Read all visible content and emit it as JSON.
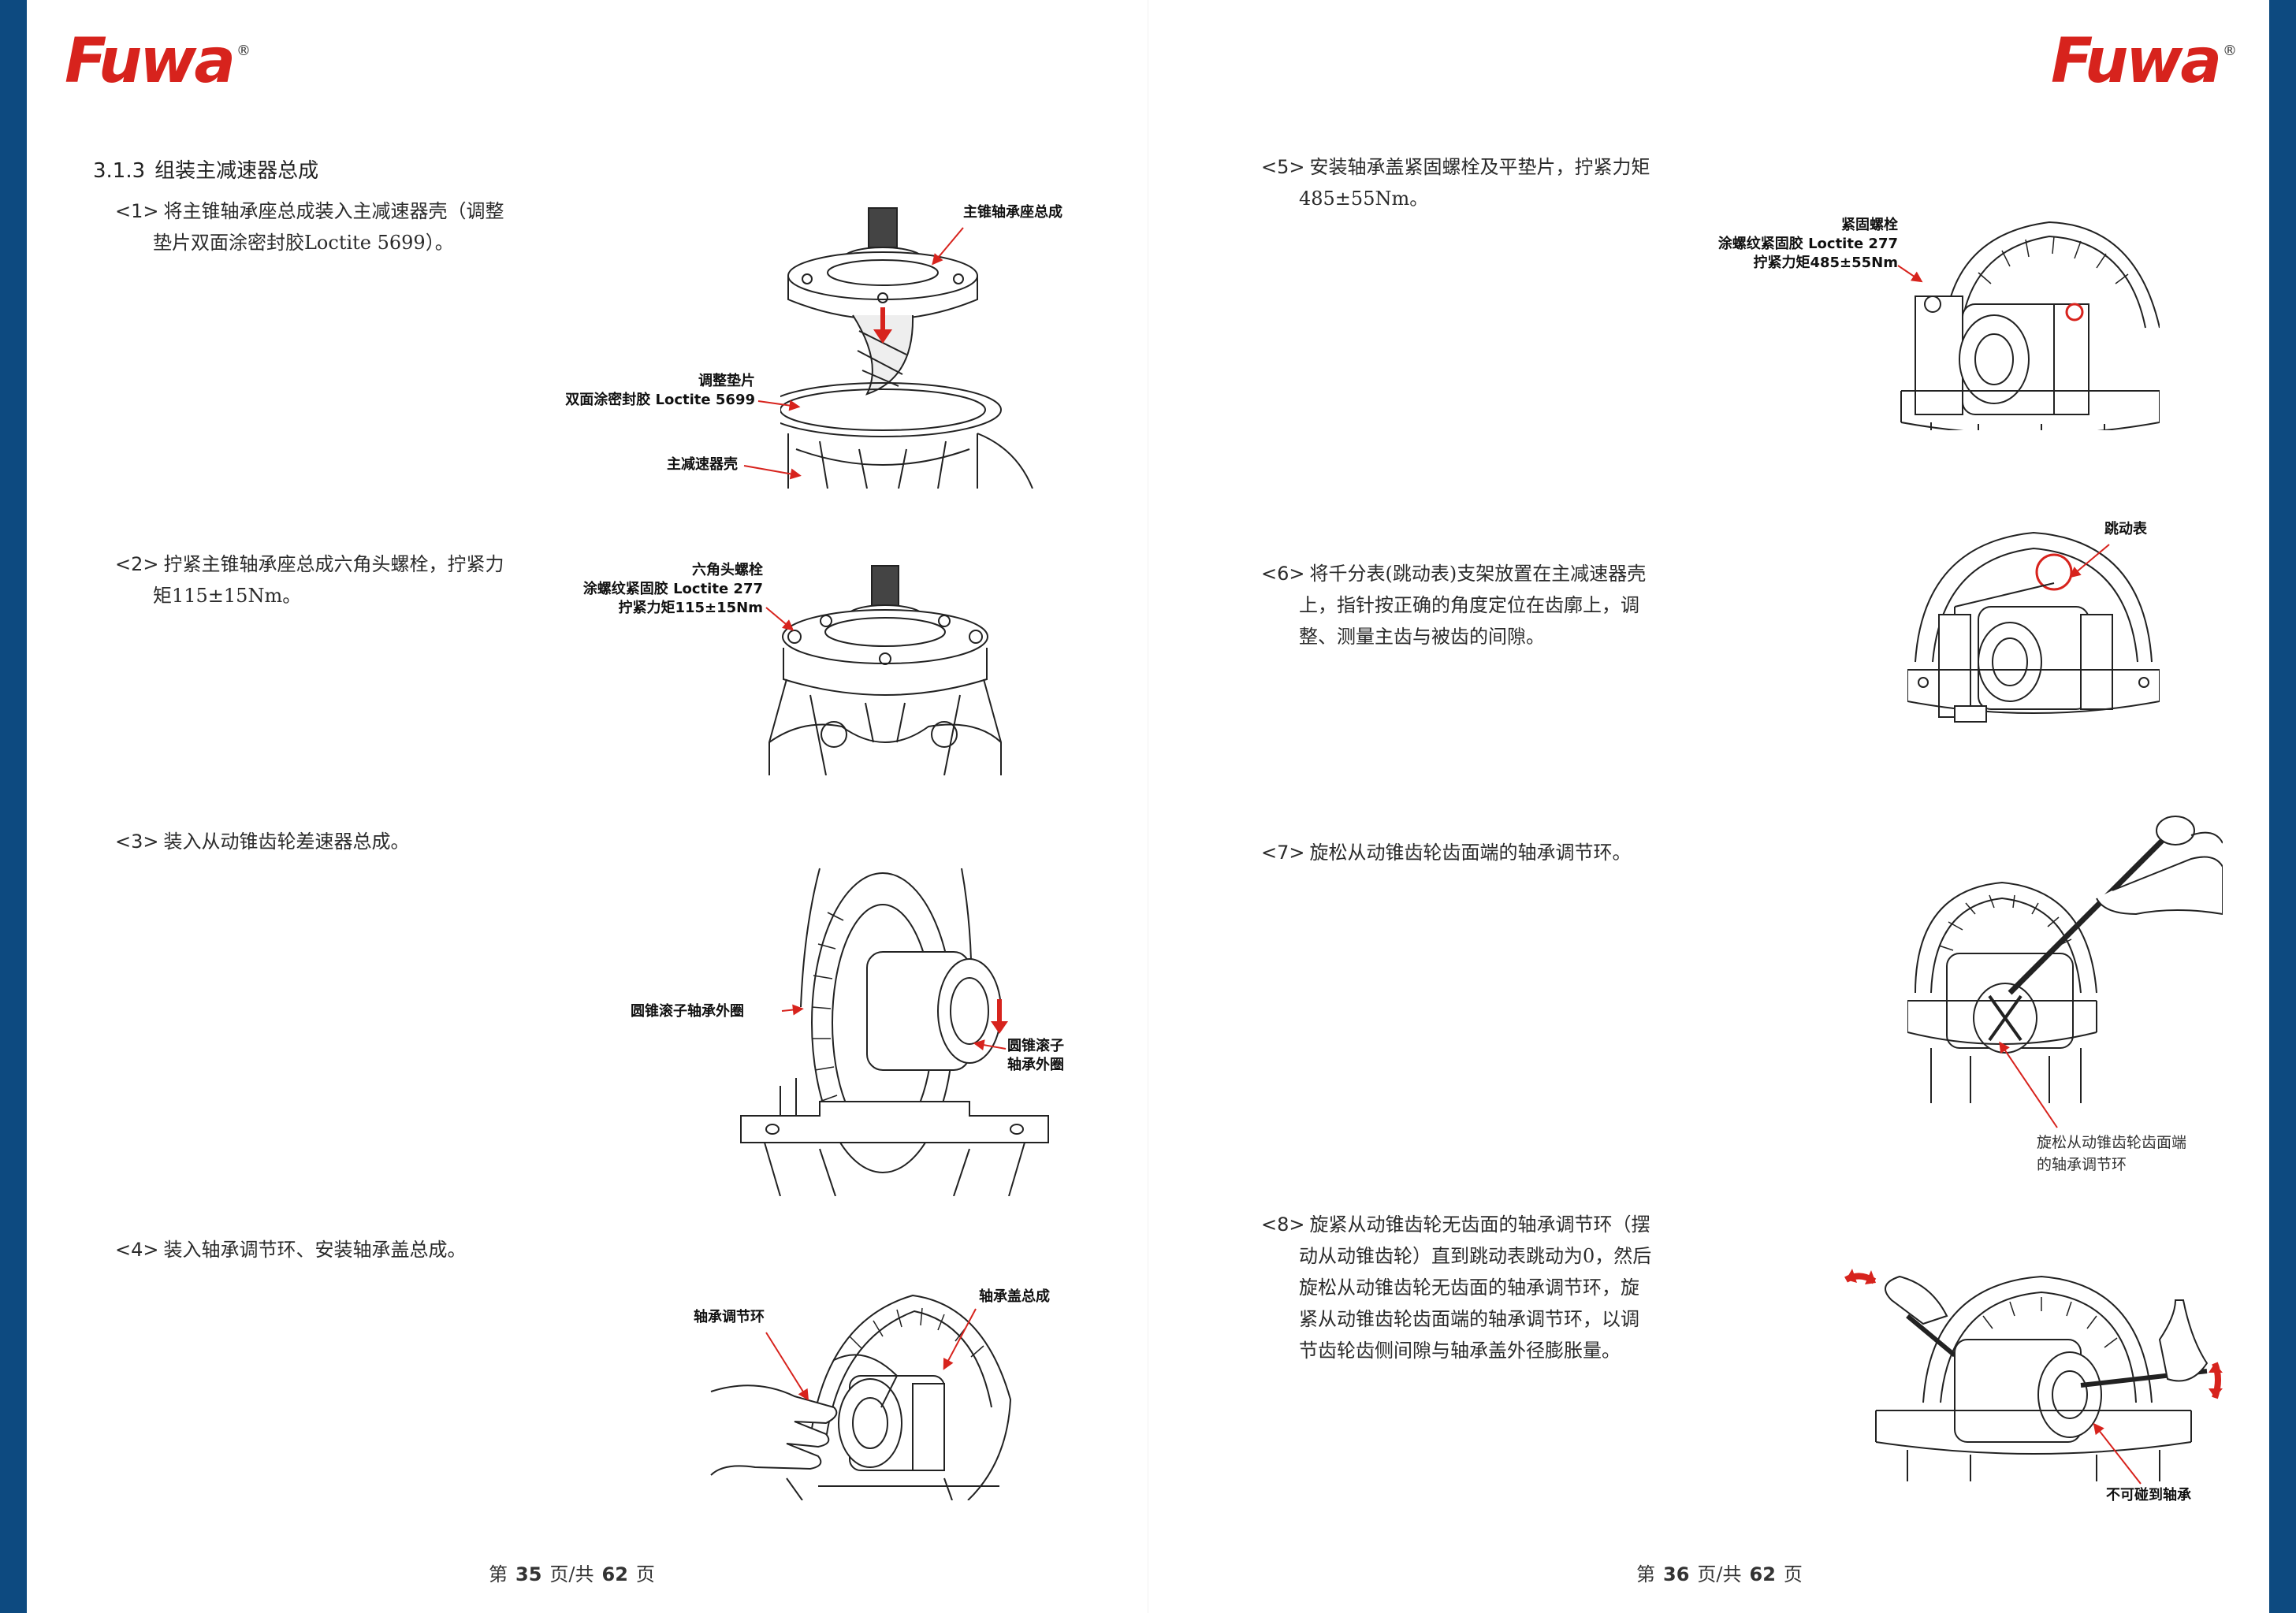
{
  "brand": {
    "name": "Fuwa",
    "registered": "®"
  },
  "left_page": {
    "section": {
      "number": "3.1.3",
      "title": "组装主减速器总成"
    },
    "steps": [
      {
        "no": "<1>",
        "line1": "将主锥轴承座总成装入主减速器壳（调整",
        "line2": "垫片双面涂密封胶Loctite 5699）。"
      },
      {
        "no": "<2>",
        "line1": "拧紧主锥轴承座总成六角头螺栓，拧紧力",
        "line2": "矩115±15Nm。"
      },
      {
        "no": "<3>",
        "line1": "装入从动锥齿轮差速器总成。"
      },
      {
        "no": "<4>",
        "line1": "装入轴承调节环、安装轴承盖总成。"
      }
    ],
    "fig1": {
      "housing_seat": "主锥轴承座总成",
      "shim_line1": "调整垫片",
      "shim_line2": "双面涂密封胶 Loctite 5699",
      "case": "主减速器壳"
    },
    "fig2": {
      "bolt_line1": "六角头螺栓",
      "bolt_line2": "涂螺纹紧固胶 Loctite 277",
      "bolt_line3": "拧紧力矩115±15Nm"
    },
    "fig3": {
      "outer_ring": "圆锥滚子轴承外圈",
      "bearing_line1": "圆锥滚子",
      "bearing_line2": "轴承外圈"
    },
    "fig4": {
      "adjust_ring": "轴承调节环",
      "cap_assembly": "轴承盖总成"
    },
    "footer": {
      "prefix": "第",
      "page": "35",
      "middle": "页/共",
      "total": "62",
      "suffix": "页"
    }
  },
  "right_page": {
    "steps": [
      {
        "no": "<5>",
        "line1": "安装轴承盖紧固螺栓及平垫片，拧紧力矩",
        "line2": "485±55Nm。"
      },
      {
        "no": "<6>",
        "line1": "将千分表(跳动表)支架放置在主减速器壳",
        "line2": "上，指针按正确的角度定位在齿廓上，调",
        "line3": "整、测量主齿与被齿的间隙。"
      },
      {
        "no": "<7>",
        "line1": "旋松从动锥齿轮齿面端的轴承调节环。"
      },
      {
        "no": "<8>",
        "line1": "旋紧从动锥齿轮无齿面的轴承调节环（摆",
        "line2": "动从动锥齿轮）直到跳动表跳动为0，然后",
        "line3": "旋松从动锥齿轮无齿面的轴承调节环，旋",
        "line4": "紧从动锥齿轮齿面端的轴承调节环，以调",
        "line5": "节齿轮齿侧间隙与轴承盖外径膨胀量。"
      }
    ],
    "fig5": {
      "bolt_line1": "紧固螺栓",
      "bolt_line2": "涂螺纹紧固胶 Loctite 277",
      "bolt_line3": "拧紧力矩485±55Nm"
    },
    "fig6": {
      "gauge": "跳动表"
    },
    "fig7": {
      "note_line1": "旋松从动锥齿轮齿面端",
      "note_line2": "的轴承调节环"
    },
    "fig8": {
      "warning": "不可碰到轴承"
    },
    "footer": {
      "prefix": "第",
      "page": "36",
      "middle": "页/共",
      "total": "62",
      "suffix": "页"
    }
  }
}
